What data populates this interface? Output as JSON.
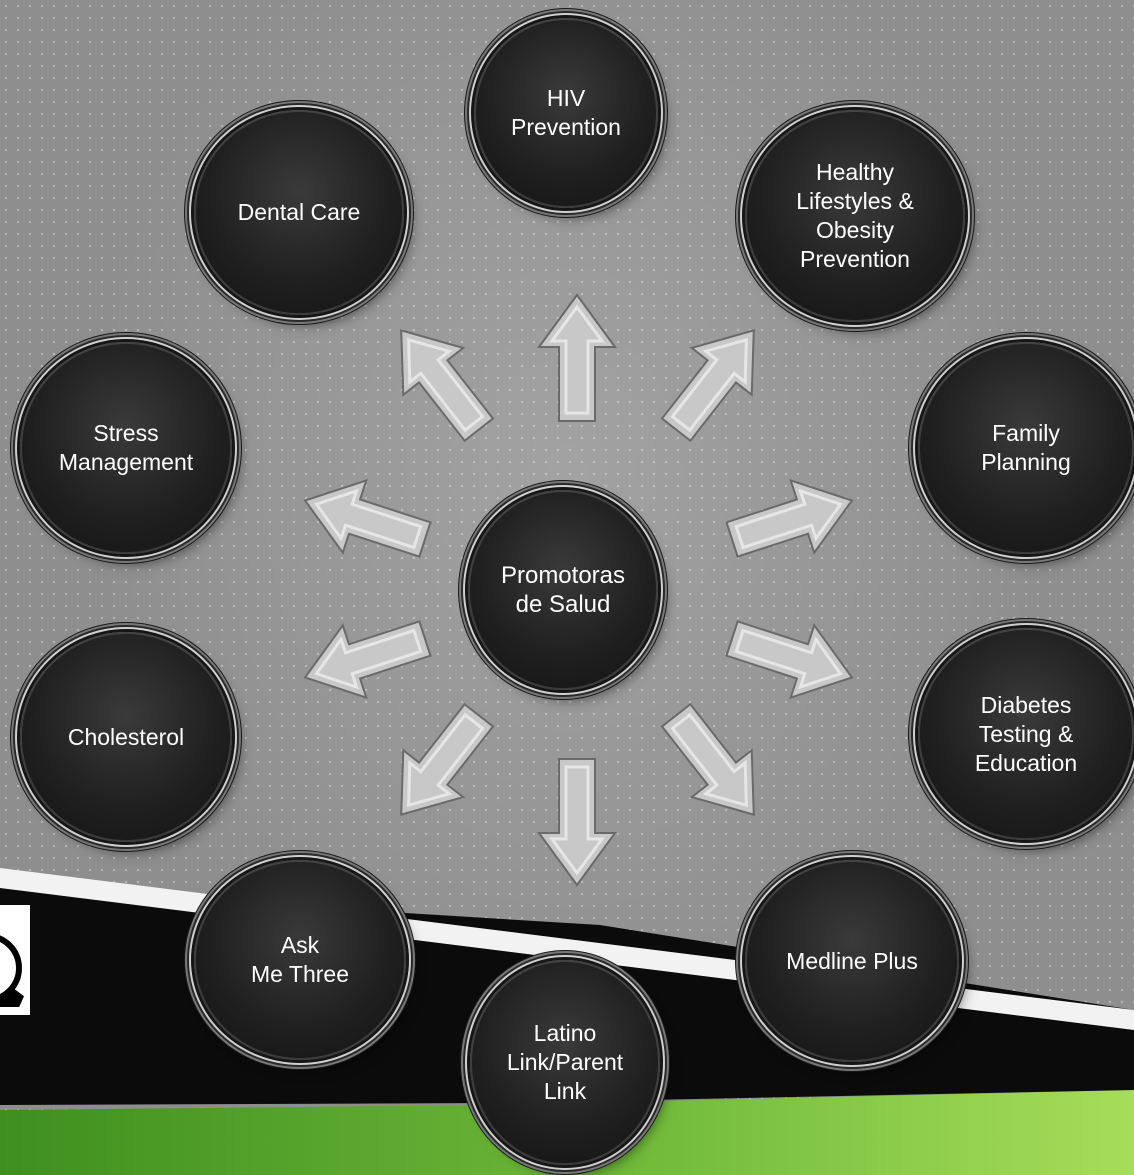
{
  "center": {
    "label": "Promotoras\nde Salud"
  },
  "topics": [
    {
      "id": "hiv",
      "label": "HIV\nPrevention"
    },
    {
      "id": "healthy",
      "label": "Healthy\nLifestyles &\nObesity\nPrevention"
    },
    {
      "id": "family",
      "label": "Family\nPlanning"
    },
    {
      "id": "diabetes",
      "label": "Diabetes\nTesting &\nEducation"
    },
    {
      "id": "medline",
      "label": "Medline Plus"
    },
    {
      "id": "latino",
      "label": "Latino\nLink/Parent\nLink"
    },
    {
      "id": "ask",
      "label": "Ask\nMe Three"
    },
    {
      "id": "cholesterol",
      "label": "Cholesterol"
    },
    {
      "id": "stress",
      "label": "Stress\nManagement"
    },
    {
      "id": "dental",
      "label": "Dental Care"
    }
  ],
  "colors": {
    "background": "#8e8e8e",
    "node_fill": "#202020",
    "node_text": "#ffffff",
    "arrow_fill": "#c8c8c8",
    "band_dark": "#0b0b0b",
    "band_light": "#f2f2f2",
    "band_green": "#7cc242"
  },
  "arrow_count": 10
}
